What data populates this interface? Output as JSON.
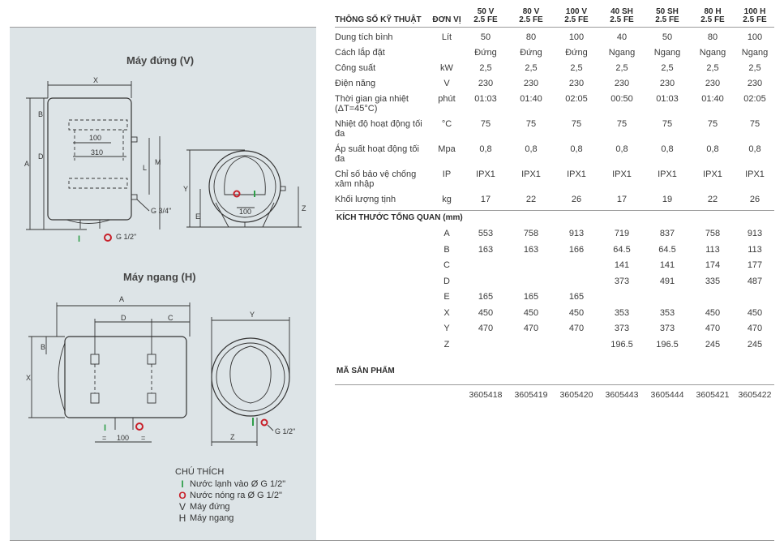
{
  "left": {
    "vertical_title": "Máy đứng (V)",
    "horizontal_title": "Máy ngang (H)",
    "vdiag": {
      "x": "X",
      "a": "A",
      "b": "B",
      "d": "D",
      "l": "L",
      "m": "M",
      "w100": "100",
      "w310": "310",
      "g34": "G 3/4\"",
      "g12": "G 1/2\"",
      "y": "Y",
      "e": "E",
      "z": "Z",
      "side100": "100"
    },
    "hdiag": {
      "a": "A",
      "d": "D",
      "c": "C",
      "b": "B",
      "x": "X",
      "eq1": "=",
      "eq2": "=",
      "w100": "100",
      "y": "Y",
      "z": "Z",
      "g12": "G 1/2\""
    },
    "legend": {
      "title": "CHÚ THÍCH",
      "items": [
        {
          "sym": "I",
          "color": "#2e9e48",
          "text": "Nước lạnh vào Ø G 1/2\""
        },
        {
          "sym": "O",
          "color": "#c8202a",
          "text": "Nước nóng ra Ø G 1/2\""
        },
        {
          "sym": "V",
          "color": "#333333",
          "text": "Máy đứng"
        },
        {
          "sym": "H",
          "color": "#333333",
          "text": "Máy ngang"
        }
      ]
    }
  },
  "table": {
    "head": {
      "label": "THÔNG SỐ KỸ THUẬT",
      "unit": "ĐƠN VỊ",
      "models": [
        [
          "50 V",
          "2.5 FE"
        ],
        [
          "80 V",
          "2.5 FE"
        ],
        [
          "100 V",
          "2.5 FE"
        ],
        [
          "40 SH",
          "2.5 FE"
        ],
        [
          "50 SH",
          "2.5 FE"
        ],
        [
          "80 H",
          "2.5 FE"
        ],
        [
          "100 H",
          "2.5 FE"
        ]
      ]
    },
    "specs": [
      {
        "label": "Dung tích bình",
        "unit": "Lít",
        "vals": [
          "50",
          "80",
          "100",
          "40",
          "50",
          "80",
          "100"
        ]
      },
      {
        "label": "Cách lắp đặt",
        "unit": "",
        "vals": [
          "Đứng",
          "Đứng",
          "Đứng",
          "Ngang",
          "Ngang",
          "Ngang",
          "Ngang"
        ]
      },
      {
        "label": "Công suất",
        "unit": "kW",
        "vals": [
          "2,5",
          "2,5",
          "2,5",
          "2,5",
          "2,5",
          "2,5",
          "2,5"
        ]
      },
      {
        "label": "Điện năng",
        "unit": "V",
        "vals": [
          "230",
          "230",
          "230",
          "230",
          "230",
          "230",
          "230"
        ]
      },
      {
        "label": "Thời gian gia nhiệt (ΔT=45°C)",
        "unit": "phút",
        "vals": [
          "01:03",
          "01:40",
          "02:05",
          "00:50",
          "01:03",
          "01:40",
          "02:05"
        ]
      },
      {
        "label": "Nhiệt độ hoạt động tối đa",
        "unit": "°C",
        "vals": [
          "75",
          "75",
          "75",
          "75",
          "75",
          "75",
          "75"
        ]
      },
      {
        "label": "Áp suất hoạt động tối đa",
        "unit": "Mpa",
        "vals": [
          "0,8",
          "0,8",
          "0,8",
          "0,8",
          "0,8",
          "0,8",
          "0,8"
        ]
      },
      {
        "label": "Chỉ số bảo vệ chống xâm nhập",
        "unit": "IP",
        "vals": [
          "IPX1",
          "IPX1",
          "IPX1",
          "IPX1",
          "IPX1",
          "IPX1",
          "IPX1"
        ]
      },
      {
        "label": "Khối lượng tịnh",
        "unit": "kg",
        "vals": [
          "17",
          "22",
          "26",
          "17",
          "19",
          "22",
          "26"
        ]
      }
    ],
    "dims_title": "KÍCH THƯỚC TỔNG QUAN (mm)",
    "dims": [
      {
        "key": "A",
        "vals": [
          "553",
          "758",
          "913",
          "719",
          "837",
          "758",
          "913"
        ]
      },
      {
        "key": "B",
        "vals": [
          "163",
          "163",
          "166",
          "64.5",
          "64.5",
          "113",
          "113"
        ]
      },
      {
        "key": "C",
        "vals": [
          "",
          "",
          "",
          "141",
          "141",
          "174",
          "177"
        ]
      },
      {
        "key": "D",
        "vals": [
          "",
          "",
          "",
          "373",
          "491",
          "335",
          "487"
        ]
      },
      {
        "key": "E",
        "vals": [
          "165",
          "165",
          "165",
          "",
          "",
          "",
          ""
        ]
      },
      {
        "key": "X",
        "vals": [
          "450",
          "450",
          "450",
          "353",
          "353",
          "450",
          "450"
        ]
      },
      {
        "key": "Y",
        "vals": [
          "470",
          "470",
          "470",
          "373",
          "373",
          "470",
          "470"
        ]
      },
      {
        "key": "Z",
        "vals": [
          "",
          "",
          "",
          "196.5",
          "196.5",
          "245",
          "245"
        ]
      }
    ],
    "codes_title": "MÃ SẢN PHẨM",
    "codes": [
      "3605418",
      "3605419",
      "3605420",
      "3605443",
      "3605444",
      "3605421",
      "3605422"
    ]
  }
}
